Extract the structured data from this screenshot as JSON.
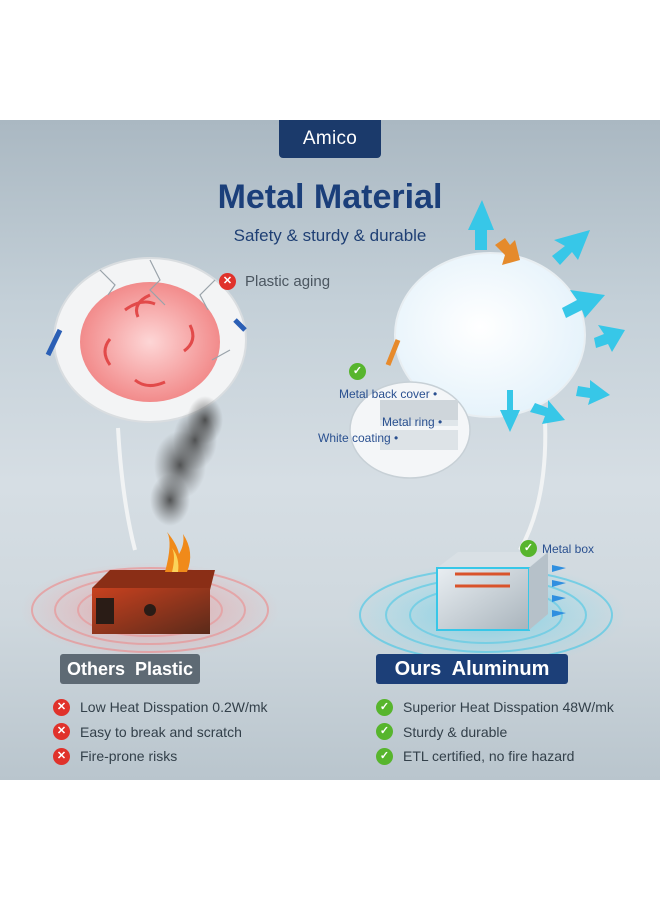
{
  "brand": {
    "logo_text": "Amico"
  },
  "header": {
    "title": "Metal Material",
    "subtitle": "Safety & sturdy & durable"
  },
  "left_product": {
    "warning_label": "Plastic aging",
    "section_label": "Others  Plastic",
    "features": [
      {
        "icon": "x-icon",
        "text": "Low Heat Disspation 0.2W/mk"
      },
      {
        "icon": "x-icon",
        "text": "Easy to break and scratch"
      },
      {
        "icon": "x-icon",
        "text": "Fire-prone risks"
      }
    ]
  },
  "right_product": {
    "callouts": {
      "metal_back_cover": "Metal back cover",
      "metal_ring": "Metal ring",
      "white_coating": "White coating",
      "metal_box": "Metal box"
    },
    "section_label": "Ours  Aluminum",
    "features": [
      {
        "icon": "check-icon",
        "text": "Superior Heat Disspation 48W/mk"
      },
      {
        "icon": "check-icon",
        "text": "Sturdy & durable"
      },
      {
        "icon": "check-icon",
        "text": "ETL certified, no fire hazard"
      }
    ]
  },
  "colors": {
    "brand_navy": "#1b3f7a",
    "warning_red": "#e0322b",
    "ok_green": "#57b52d",
    "heat_cyan": "#37c7e8",
    "plastic_gray": "#5e6a74"
  }
}
